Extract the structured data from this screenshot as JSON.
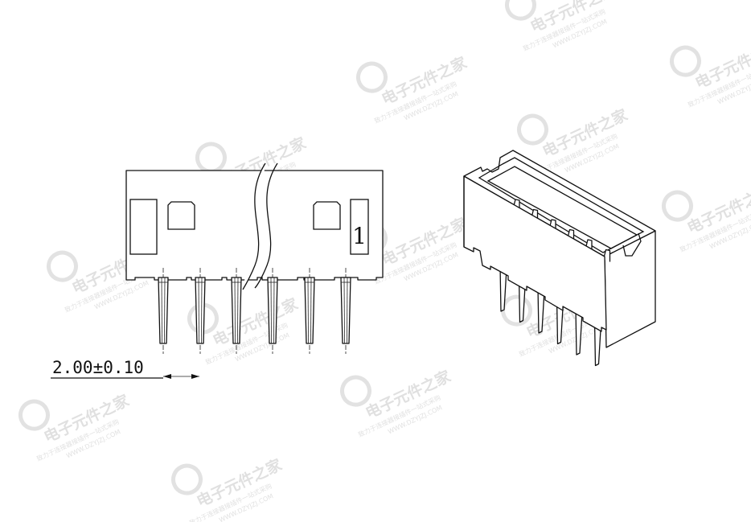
{
  "front_view": {
    "pin1_marker": "1",
    "pin_count": 6
  },
  "dimension": {
    "pitch_label": "2.00±0.10"
  },
  "watermark": {
    "brand": "电子元件之家",
    "slogan": "致力于连接器接插件一站式采购",
    "url": "WWW.DZYJZJ.COM"
  },
  "colors": {
    "line": "#111111",
    "background": "#ffffff",
    "watermark": "#c8c8c8"
  }
}
